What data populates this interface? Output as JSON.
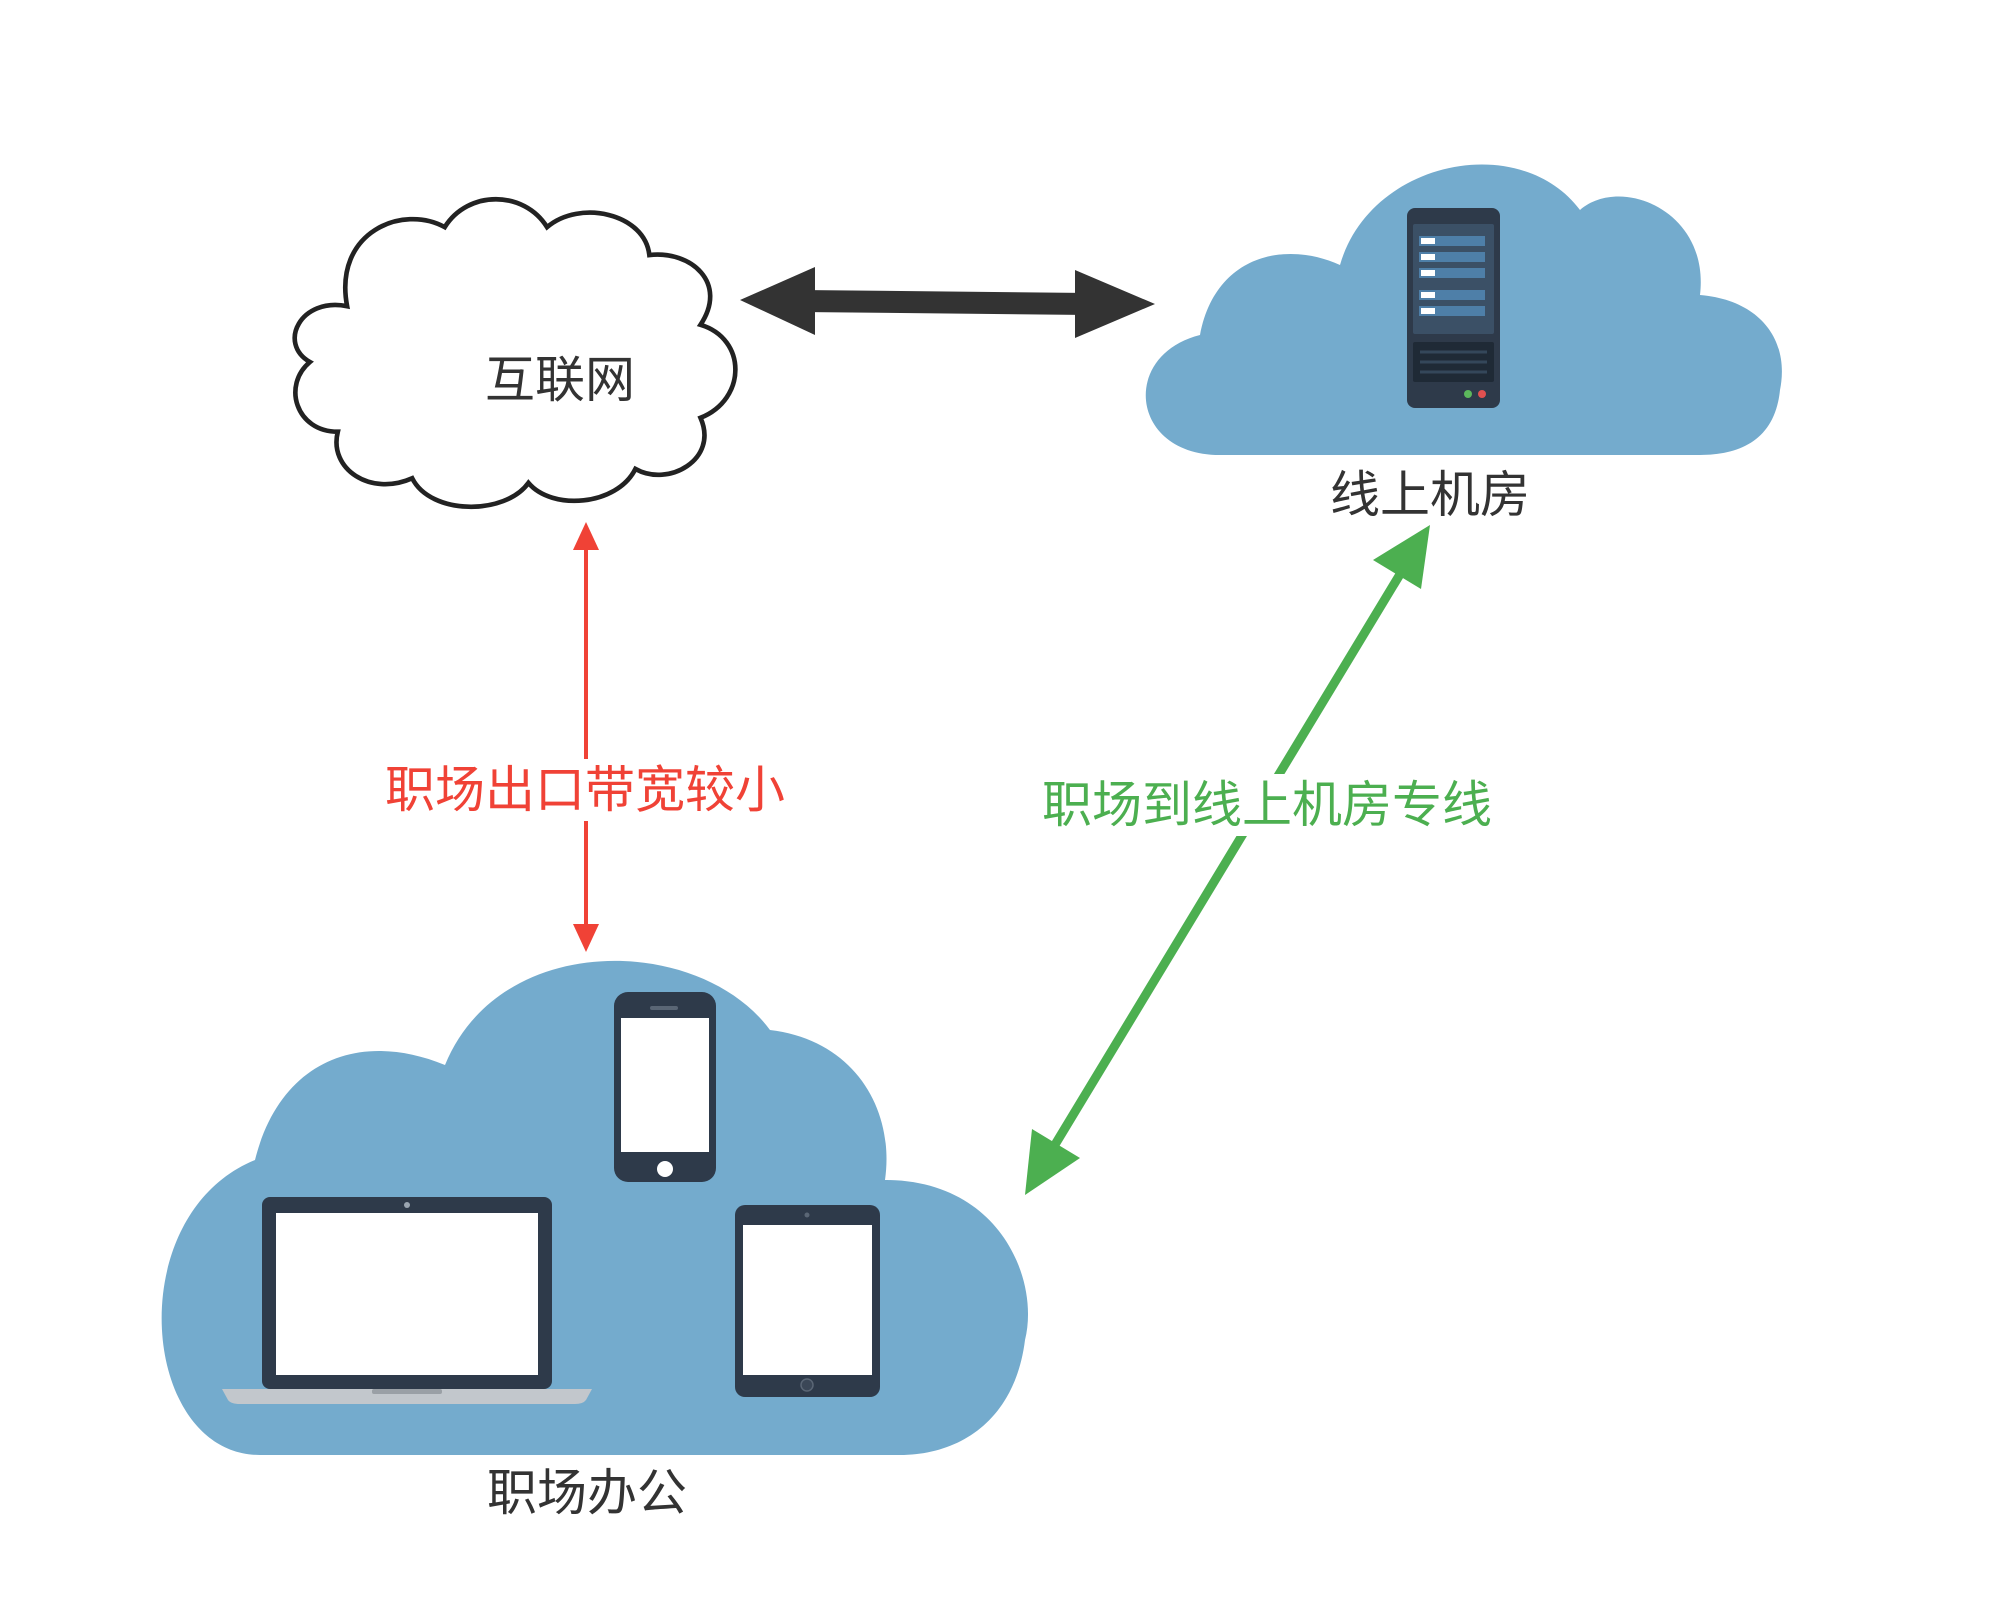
{
  "nodes": {
    "internet": {
      "label": "互联网"
    },
    "datacenter": {
      "label": "线上机房"
    },
    "office": {
      "label": "职场办公"
    }
  },
  "edges": {
    "internet_datacenter": {
      "label": ""
    },
    "office_internet": {
      "label": "职场出口带宽较小"
    },
    "office_datacenter": {
      "label": "职场到线上机房专线"
    }
  },
  "colors": {
    "cloud_blue": "#74abcd",
    "arrow_black": "#333333",
    "arrow_red": "#f04236",
    "arrow_green": "#4caf50",
    "device_dark": "#2e3a4a",
    "text_dark": "#333333"
  },
  "icons": {
    "internet": "cloud-outline-icon",
    "datacenter": "server-rack-icon",
    "office": [
      "laptop-icon",
      "phone-icon",
      "tablet-icon"
    ]
  }
}
